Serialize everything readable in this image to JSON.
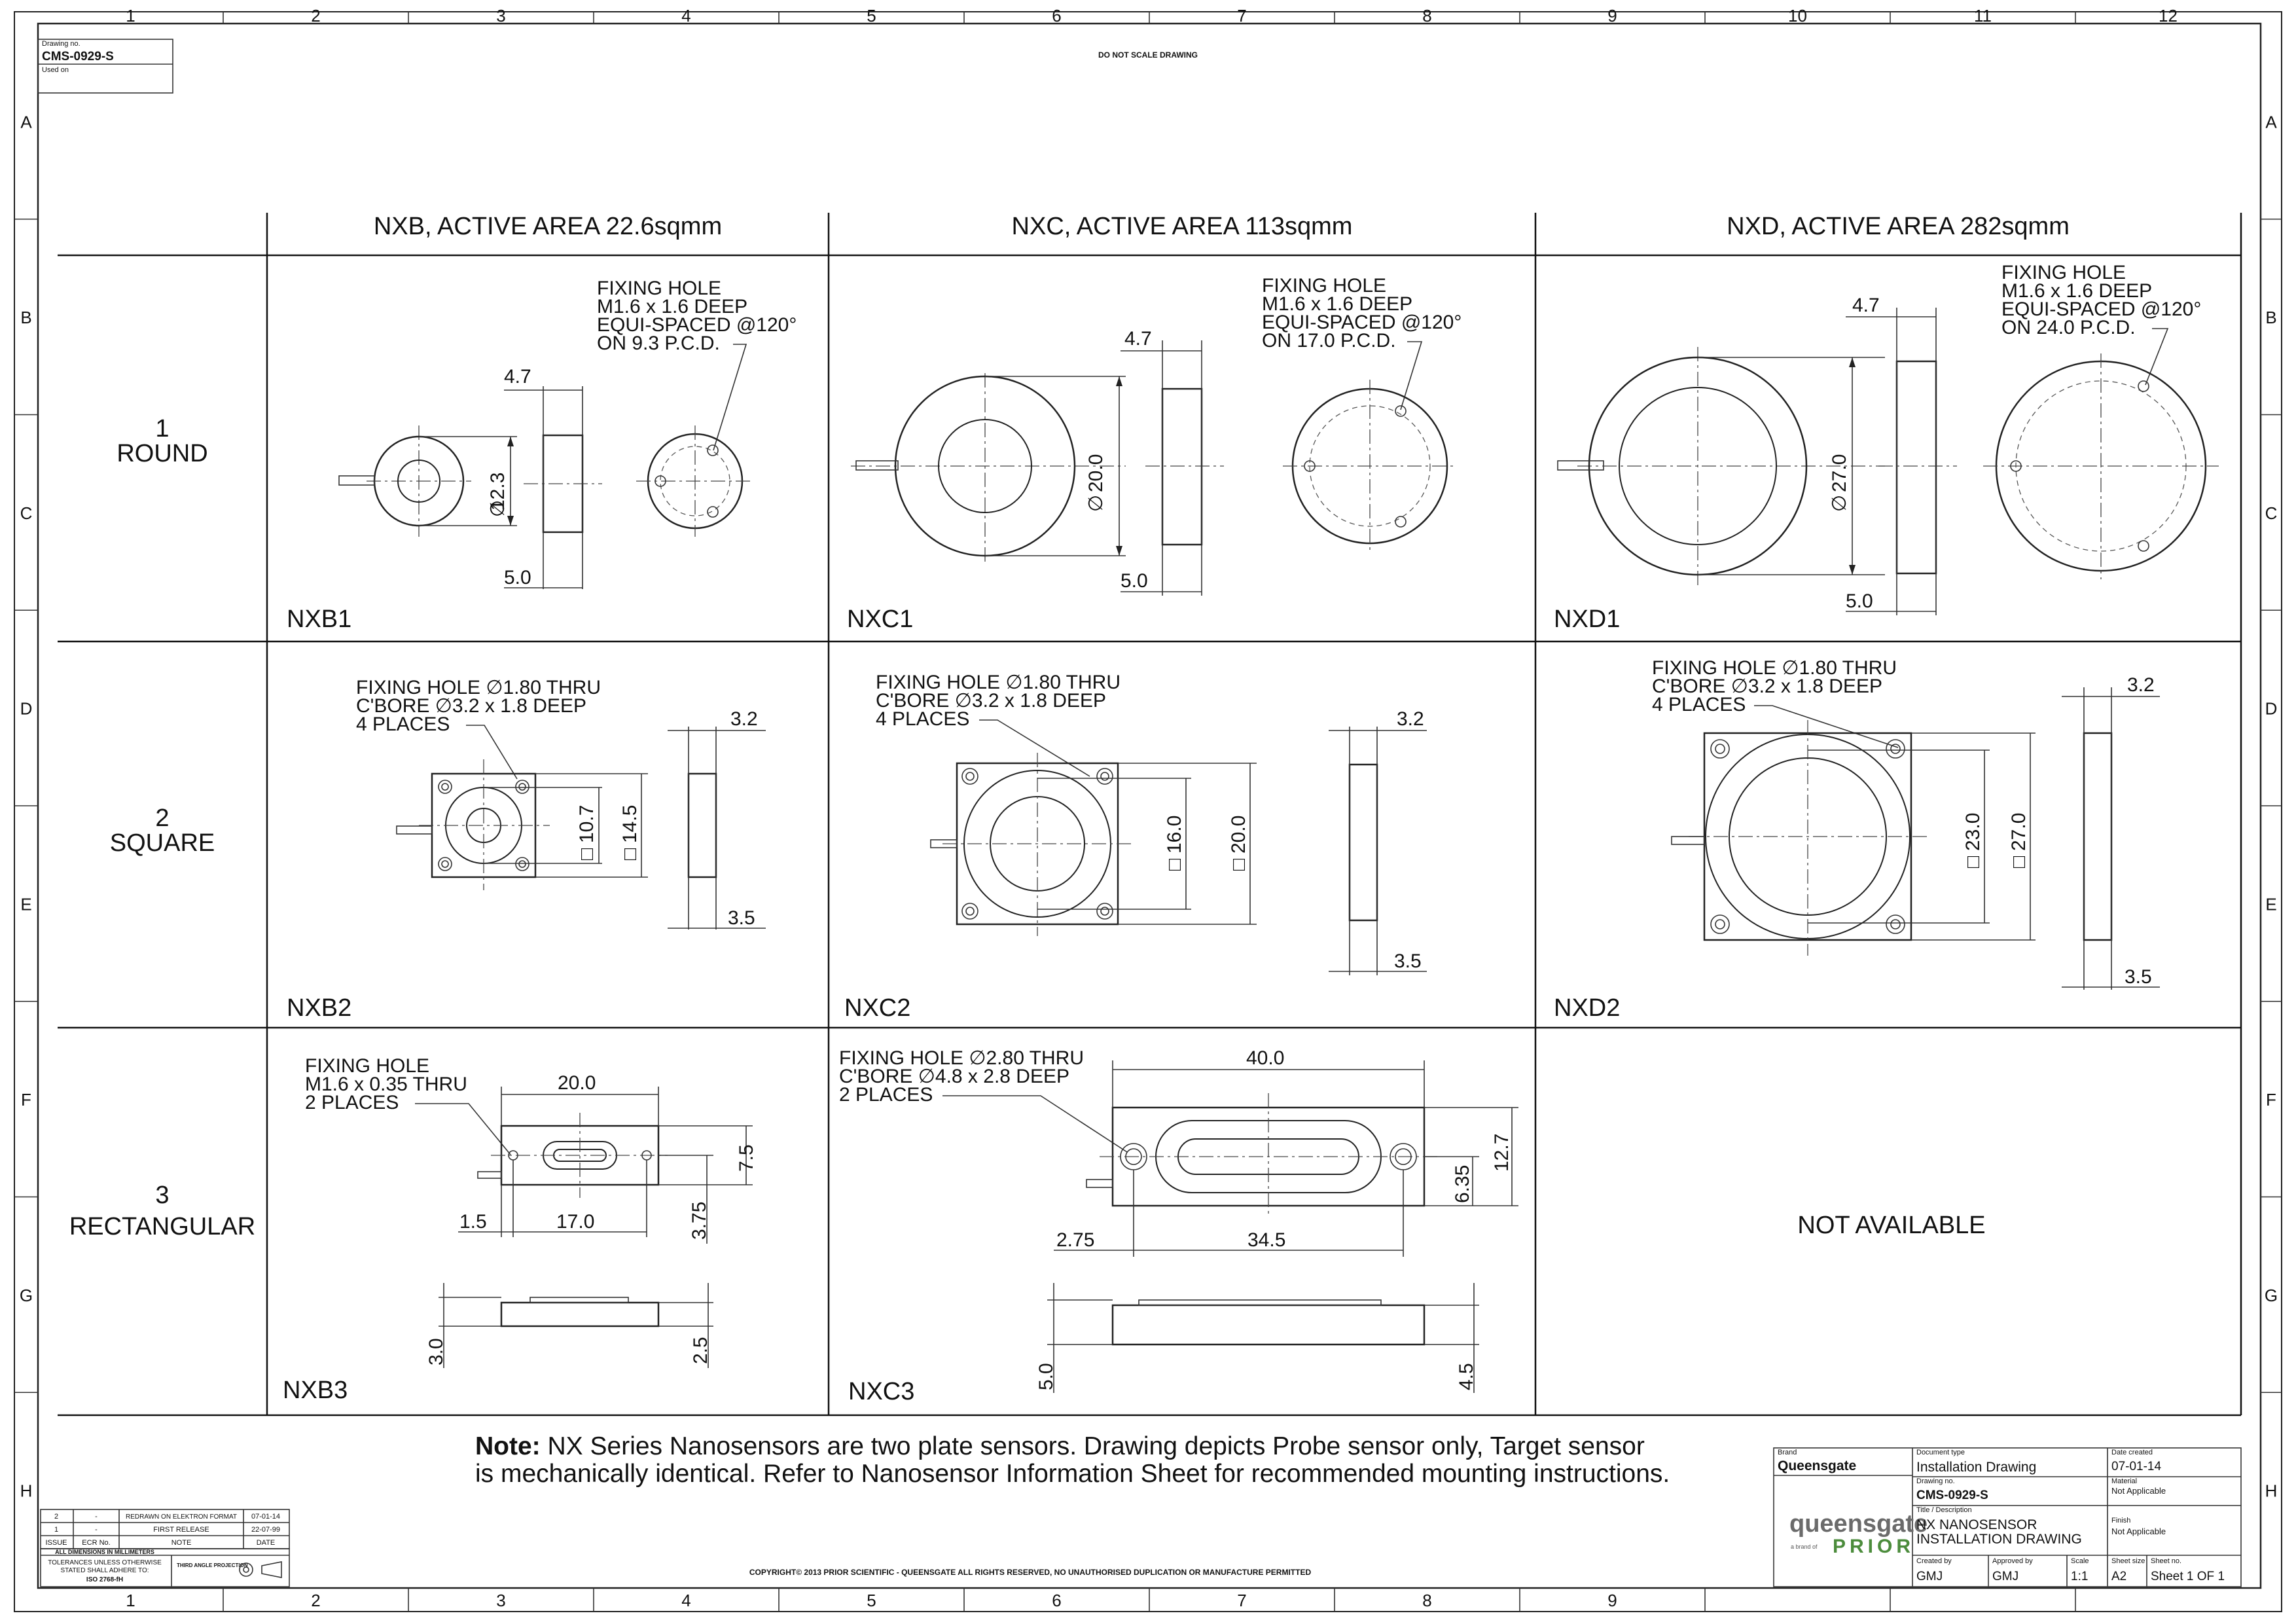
{
  "border": {
    "columns": [
      "1",
      "2",
      "3",
      "4",
      "5",
      "6",
      "7",
      "8",
      "9",
      "10",
      "11",
      "12"
    ],
    "rows": [
      "A",
      "B",
      "C",
      "D",
      "E",
      "F",
      "G",
      "H"
    ]
  },
  "drawing_no_box": {
    "label": "Drawing no.",
    "value": "CMS-0929-S",
    "used_on": "Used on"
  },
  "do_not_scale": "DO NOT SCALE DRAWING",
  "col_headers": [
    "NXB, ACTIVE AREA 22.6sqmm",
    "NXC, ACTIVE AREA 113sqmm",
    "NXD, ACTIVE AREA 282sqmm"
  ],
  "row_headers": [
    {
      "num": "1",
      "name": "ROUND"
    },
    {
      "num": "2",
      "name": "SQUARE"
    },
    {
      "num": "3",
      "name": "RECTANGULAR"
    }
  ],
  "cells": {
    "nxb1": {
      "id": "NXB1",
      "note": [
        "FIXING HOLE",
        "M1.6 x 1.6 DEEP",
        "EQUI-SPACED @120°",
        "ON 9.3 P.C.D."
      ],
      "dim_dia": "12.3",
      "dim_thk": "4.7",
      "dim_base": "5.0"
    },
    "nxc1": {
      "id": "NXC1",
      "note": [
        "FIXING HOLE",
        "M1.6 x 1.6 DEEP",
        "EQUI-SPACED @120°",
        "ON 17.0 P.C.D."
      ],
      "dim_dia": "20.0",
      "dim_thk": "4.7",
      "dim_base": "5.0"
    },
    "nxd1": {
      "id": "NXD1",
      "note": [
        "FIXING HOLE",
        "M1.6 x 1.6 DEEP",
        "EQUI-SPACED @120°",
        "ON 24.0 P.C.D."
      ],
      "dim_dia": "27.0",
      "dim_thk": "4.7",
      "dim_base": "5.0"
    },
    "nxb2": {
      "id": "NXB2",
      "note": [
        "FIXING HOLE ∅1.80 THRU",
        "C'BORE ∅3.2 x 1.8 DEEP",
        "4 PLACES"
      ],
      "dim_in": "10.7",
      "dim_out": "14.5",
      "dim_thk": "3.2",
      "dim_base": "3.5"
    },
    "nxc2": {
      "id": "NXC2",
      "note": [
        "FIXING HOLE ∅1.80 THRU",
        "C'BORE ∅3.2 x 1.8 DEEP",
        "4 PLACES"
      ],
      "dim_in": "16.0",
      "dim_out": "20.0",
      "dim_thk": "3.2",
      "dim_base": "3.5"
    },
    "nxd2": {
      "id": "NXD2",
      "note": [
        "FIXING HOLE ∅1.80 THRU",
        "C'BORE ∅3.2 x 1.8 DEEP",
        "4 PLACES"
      ],
      "dim_in": "23.0",
      "dim_out": "27.0",
      "dim_thk": "3.2",
      "dim_base": "3.5"
    },
    "nxb3": {
      "id": "NXB3",
      "note": [
        "FIXING HOLE",
        "M1.6 x 0.35 THRU",
        "2 PLACES"
      ],
      "dim_len": "20.0",
      "dim_h": "7.5",
      "dim_edge": "1.5",
      "dim_pitch": "17.0",
      "dim_half": "3.75",
      "dim_thk": "3.0",
      "dim_base": "2.5"
    },
    "nxc3": {
      "id": "NXC3",
      "note": [
        "FIXING HOLE ∅2.80 THRU",
        "C'BORE ∅4.8 x 2.8 DEEP",
        "2 PLACES"
      ],
      "dim_len": "40.0",
      "dim_h": "12.7",
      "dim_half": "6.35",
      "dim_edge": "2.75",
      "dim_pitch": "34.5",
      "dim_thk": "5.0",
      "dim_base": "4.5"
    },
    "nxd3": {
      "text": "NOT AVAILABLE"
    }
  },
  "note": {
    "label": "Note:",
    "line1": " NX Series Nanosensors are two plate sensors. Drawing depicts Probe sensor only, Target sensor",
    "line2": "is mechanically identical. Refer to Nanosensor Information Sheet for recommended mounting instructions."
  },
  "revisions": {
    "rows": [
      {
        "issue": "2",
        "ecr": "-",
        "note": "REDRAWN ON ELEKTRON FORMAT",
        "date": "07-01-14"
      },
      {
        "issue": "1",
        "ecr": "-",
        "note": "FIRST RELEASE",
        "date": "22-07-99"
      }
    ],
    "headers": {
      "issue": "ISSUE",
      "ecr": "ECR No.",
      "note": "NOTE",
      "date": "DATE"
    }
  },
  "tolerance": {
    "line1": "ALL DIMENSIONS IN MILLIMETERS",
    "line2": "TOLERANCES UNLESS OTHERWISE",
    "line3": "STATED SHALL ADHERE TO:",
    "line4": "ISO 2768-fH",
    "projection": "THIRD ANGLE PROJECTION"
  },
  "copyright": "COPYRIGHT© 2013 PRIOR SCIENTIFIC - QUEENSGATE ALL RIGHTS RESERVED, NO UNAUTHORISED DUPLICATION OR MANUFACTURE PERMITTED",
  "title_block": {
    "brand_label": "Brand",
    "brand": "Queensgate",
    "doc_type_label": "Document type",
    "doc_type": "Installation Drawing",
    "date_created_label": "Date created",
    "date_created": "07-01-14",
    "drawing_no_label": "Drawing no.",
    "drawing_no": "CMS-0929-S",
    "material_label": "Material",
    "material": "Not Applicable",
    "title_label": "Title / Description",
    "title1": "NX NANOSENSOR",
    "title2": "INSTALLATION DRAWING",
    "finish_label": "Finish",
    "finish": "Not Applicable",
    "logo_main": "queensgate",
    "logo_sub": "a brand of",
    "logo_prior": "PRIOR",
    "created_by_label": "Created by",
    "created_by": "GMJ",
    "approved_by_label": "Approved by",
    "approved_by": "GMJ",
    "scale_label": "Scale",
    "scale": "1:1",
    "sheet_size_label": "Sheet size",
    "sheet_size": "A2",
    "sheet_no_label": "Sheet no.",
    "sheet_no": "Sheet 1 OF 1"
  }
}
